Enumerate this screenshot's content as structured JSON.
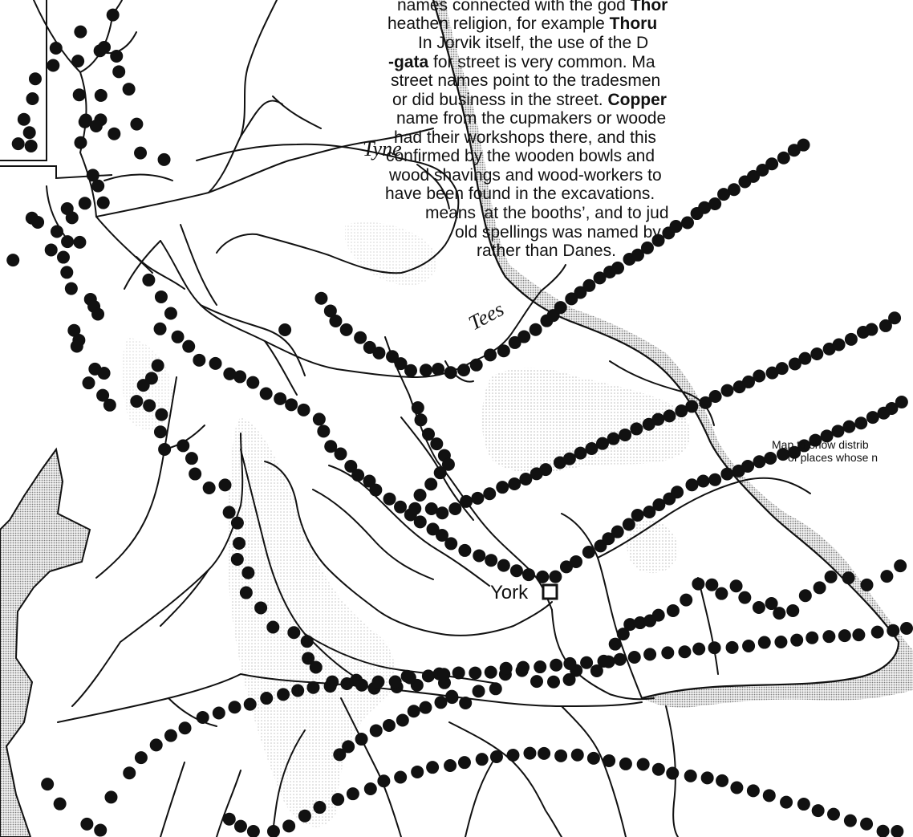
{
  "text_lines": [
    {
      "parts": [
        {
          "t": "names connected with the god ",
          "b": false
        },
        {
          "t": "Thor",
          "b": true
        }
      ]
    },
    {
      "parts": [
        {
          "t": "heathen religion, for example ",
          "b": false
        },
        {
          "t": "Thoru",
          "b": true
        }
      ]
    },
    {
      "parts": [
        {
          "t": "In Jorvik itself, the use of the D",
          "b": false
        }
      ]
    },
    {
      "parts": [
        {
          "t": "-gata",
          "b": true
        },
        {
          "t": " for street is very common. Ma",
          "b": false
        }
      ]
    },
    {
      "parts": [
        {
          "t": "street names point to the tradesmen",
          "b": false
        }
      ]
    },
    {
      "parts": [
        {
          "t": "or did business in the street. ",
          "b": false
        },
        {
          "t": "Copper",
          "b": true
        }
      ]
    },
    {
      "parts": [
        {
          "t": "name from the cupmakers or woode",
          "b": false
        }
      ]
    },
    {
      "parts": [
        {
          "t": "had their workshops there, and this",
          "b": false
        }
      ]
    },
    {
      "parts": [
        {
          "t": "confirmed by the wooden bowls and",
          "b": false
        }
      ]
    },
    {
      "parts": [
        {
          "t": "wood shavings and wood-workers to",
          "b": false
        }
      ]
    },
    {
      "parts": [
        {
          "t": "have been found in the excavations.",
          "b": false
        }
      ]
    },
    {
      "parts": [
        {
          "t": "means ‘at the booths’, and to jud",
          "b": false
        }
      ]
    },
    {
      "parts": [
        {
          "t": "old spellings was named by",
          "b": false
        }
      ]
    },
    {
      "parts": [
        {
          "t": "rather than Danes.",
          "b": false
        }
      ]
    }
  ],
  "caption": {
    "line1": "Map to show distrib",
    "line2": "of places whose n"
  },
  "labels": {
    "tyne": "Tyne",
    "tees": "Tees",
    "york": "York"
  },
  "colors": {
    "ink": "#111111",
    "sea_stipple": "#9a9a9a",
    "upland_stipple": "#c9c9c9",
    "background": "#ffffff"
  },
  "icons": {
    "settlement": "filled-dot",
    "city": "hollow-square"
  },
  "settlement_count": 402
}
